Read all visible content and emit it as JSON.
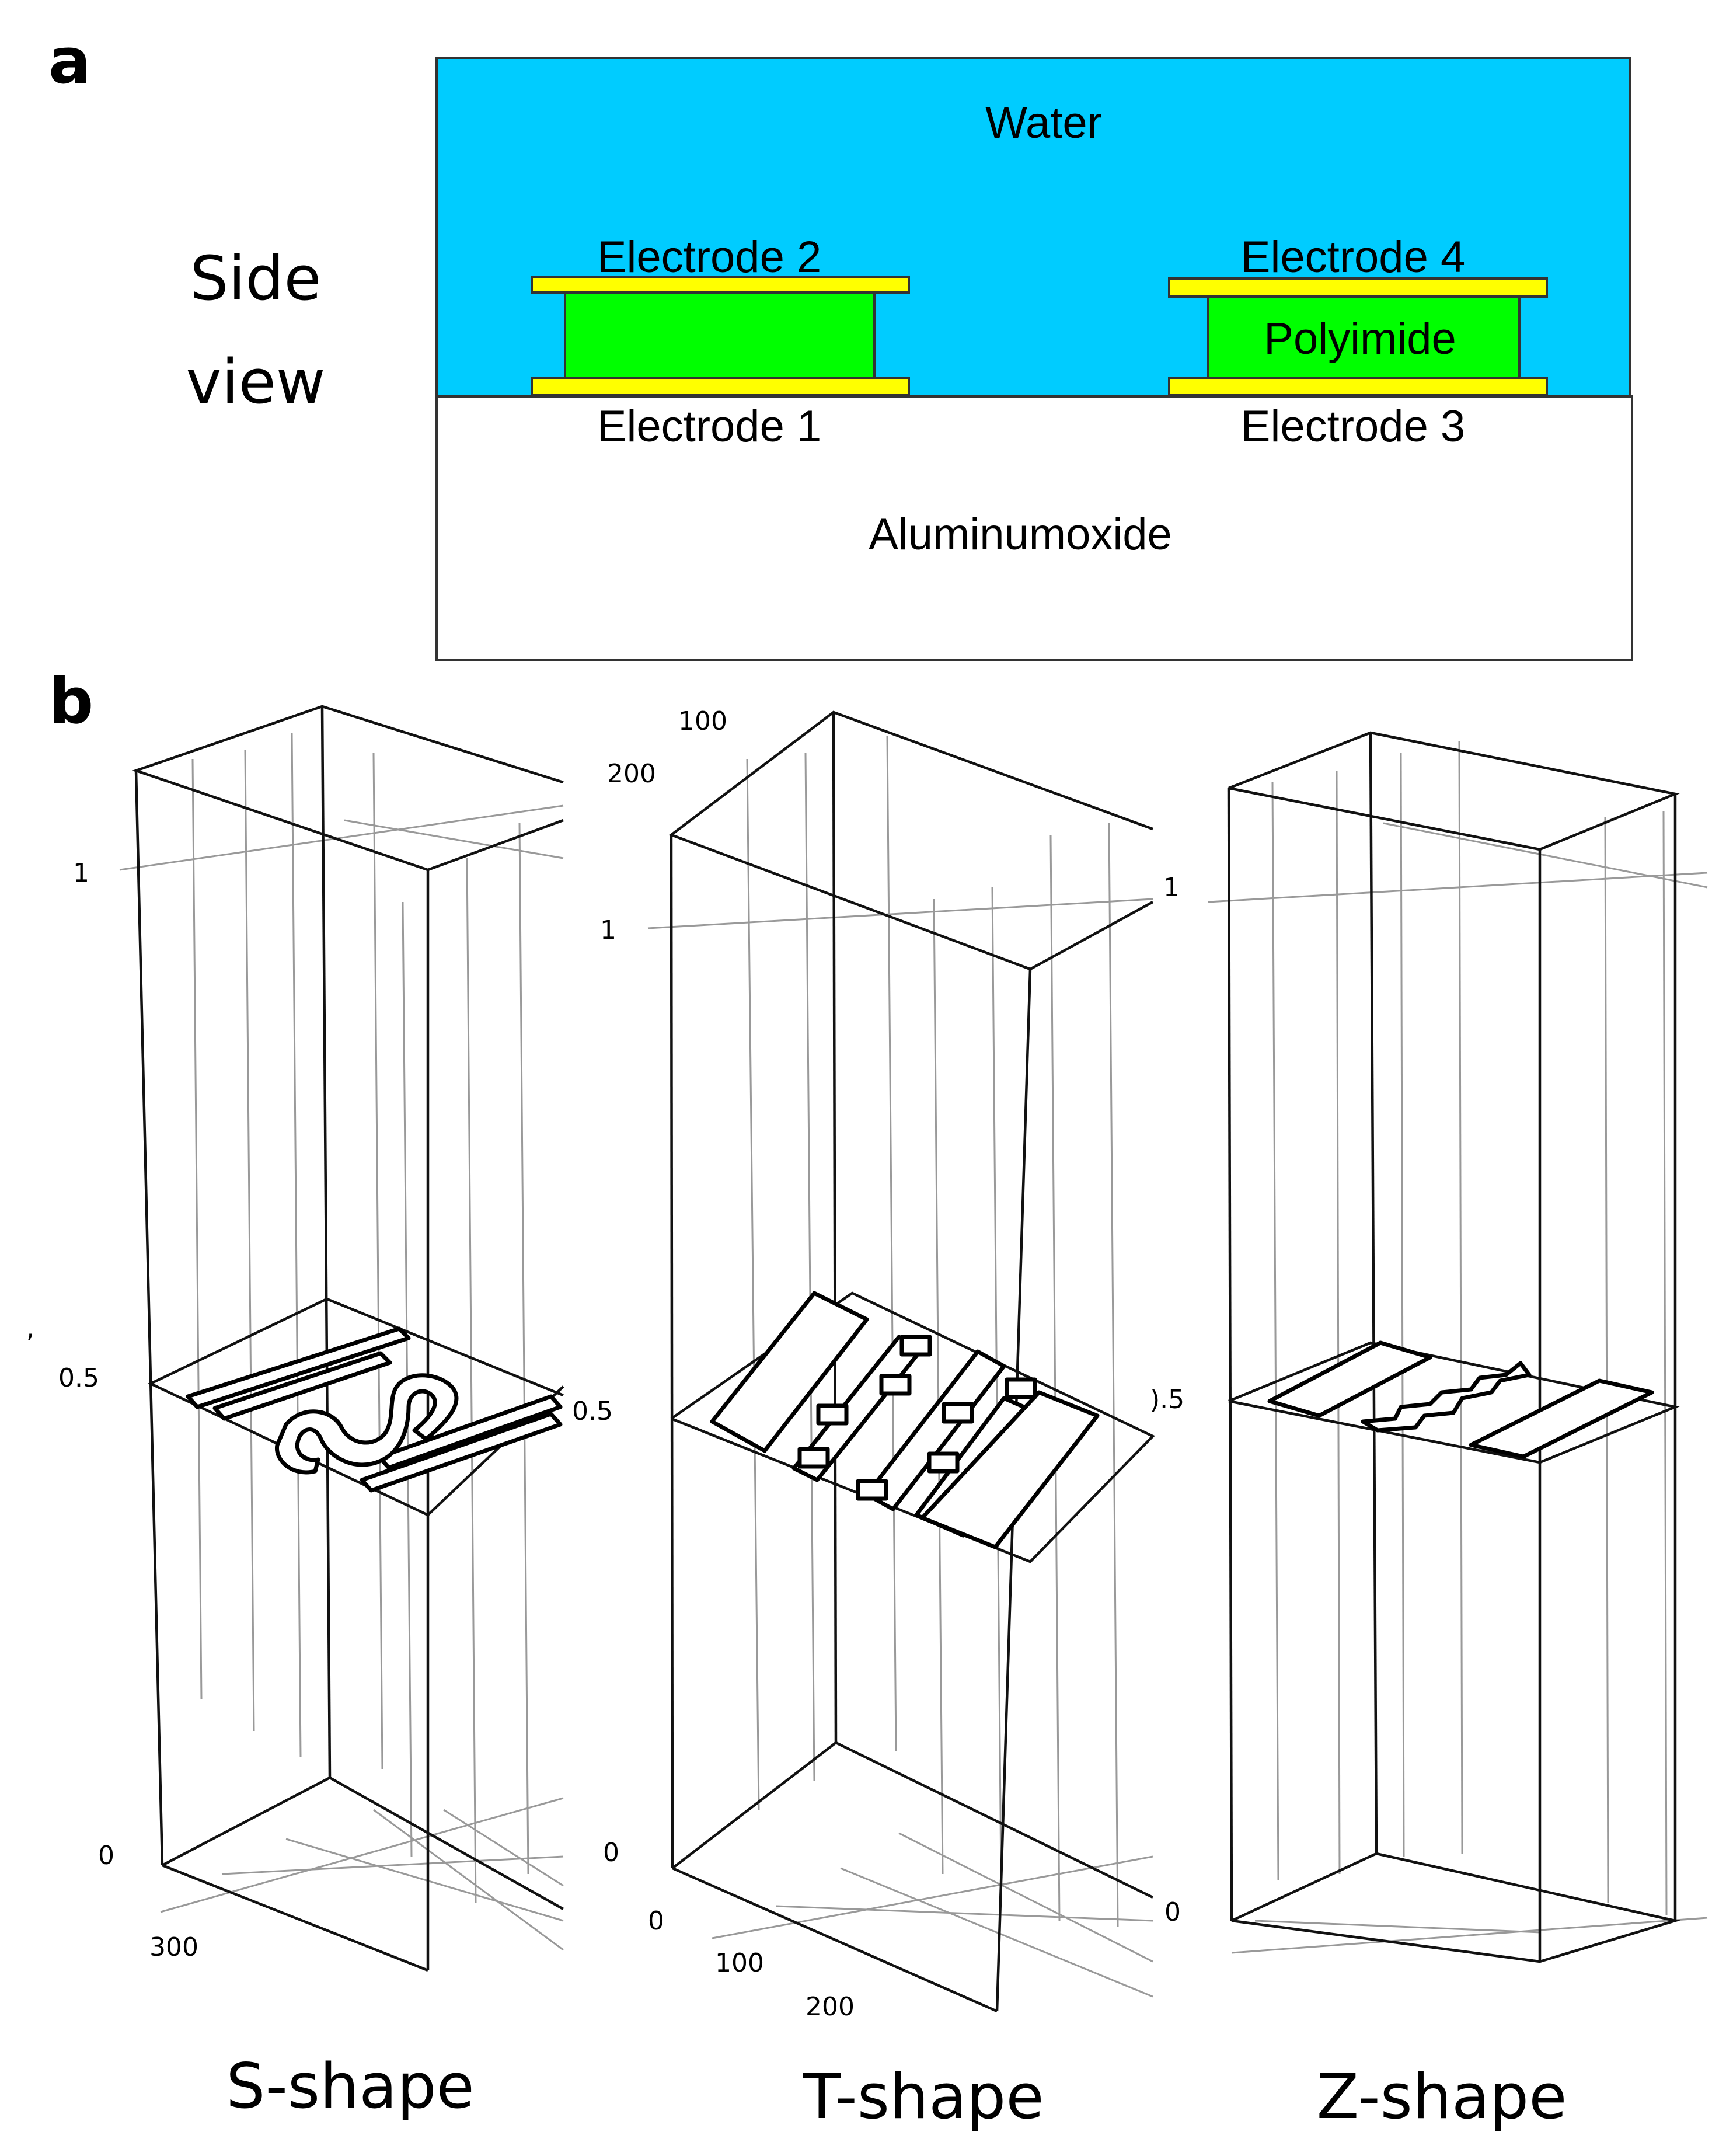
{
  "panel_a": {
    "letter": "a",
    "side_label": [
      "Side",
      "view"
    ],
    "colors": {
      "water": "#00CCFF",
      "electrode": "#FFFF00",
      "polyimide": "#00FF00",
      "substrate": "#FFFFFF",
      "outline": "#333333"
    },
    "water_label": "Water",
    "electrode_2": "Electrode 2",
    "electrode_4": "Electrode 4",
    "polyimide_label": "Polyimide",
    "electrode_1": "Electrode 1",
    "electrode_3": "Electrode 3",
    "substrate_label": "Aluminumoxide"
  },
  "panel_b": {
    "letter": "b",
    "stray_mark": ",",
    "s_shape": {
      "caption": "S-shape",
      "z_ticks": [
        "1",
        "0.5",
        "0"
      ],
      "xy_ticks": [
        "300"
      ]
    },
    "t_shape": {
      "caption": "T-shape",
      "top_ticks": [
        "100",
        "200"
      ],
      "z_ticks": [
        "1",
        "0.5",
        "0"
      ],
      "xy_ticks": [
        "0",
        "100",
        "200"
      ]
    },
    "z_shape": {
      "caption": "Z-shape",
      "z_ticks": [
        "1",
        ").5",
        "0"
      ]
    }
  }
}
